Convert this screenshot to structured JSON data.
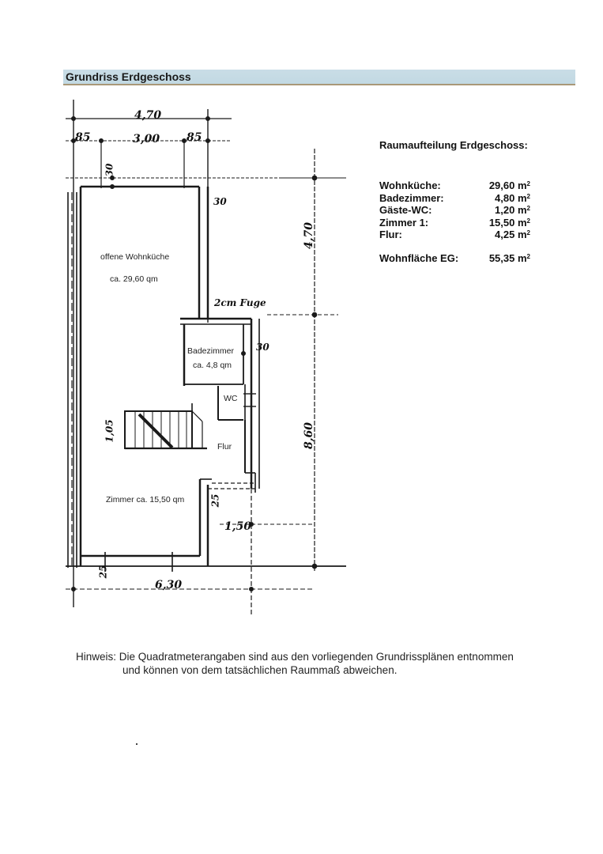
{
  "header": {
    "title": "Grundriss Erdgeschoss",
    "bar_color": "#c6dbe4",
    "underline_color": "#a99878"
  },
  "floorplan": {
    "rooms": [
      {
        "name": "offene Wohnküche",
        "area": "ca. 29,60 qm"
      },
      {
        "name": "Badezimmer",
        "area": "ca. 4,8 qm"
      },
      {
        "name": "WC"
      },
      {
        "name": "Flur"
      },
      {
        "name": "Zimmer",
        "area": "ca. 15,50 qm",
        "label": "Zimmer  ca. 15,50 qm"
      }
    ],
    "dimensions": {
      "top_total": "4,70",
      "top_left": "85",
      "top_middle": "3,00",
      "top_right": "85",
      "wall_top": "30",
      "wall_right": "30",
      "wall_bath": "30",
      "joint_note": "2cm Fuge",
      "stair_width": "1,05",
      "right_upper": "4,70",
      "right_lower": "8,60",
      "bottom_right": "1,50",
      "bottom_total": "6,30",
      "wall_bottom": "25",
      "wall_flur": "25"
    }
  },
  "summary": {
    "title": "Raumaufteilung Erdgeschoss:",
    "unit": "m",
    "unit_exp": "2",
    "rows": [
      {
        "label": "Wohnküche:",
        "value": "29,60"
      },
      {
        "label": "Badezimmer:",
        "value": "4,80"
      },
      {
        "label": "Gäste-WC:",
        "value": "1,20"
      },
      {
        "label": "Zimmer 1:",
        "value": "15,50"
      },
      {
        "label": "Flur:",
        "value": "4,25"
      }
    ],
    "total": {
      "label": "Wohnfläche EG:",
      "value": "55,35"
    }
  },
  "note": {
    "line1": "Hinweis: Die Quadratmeterangaben sind aus den vorliegenden Grundrissplänen entnommen",
    "line2": "und können von dem tatsächlichen Raummaß abweichen."
  }
}
